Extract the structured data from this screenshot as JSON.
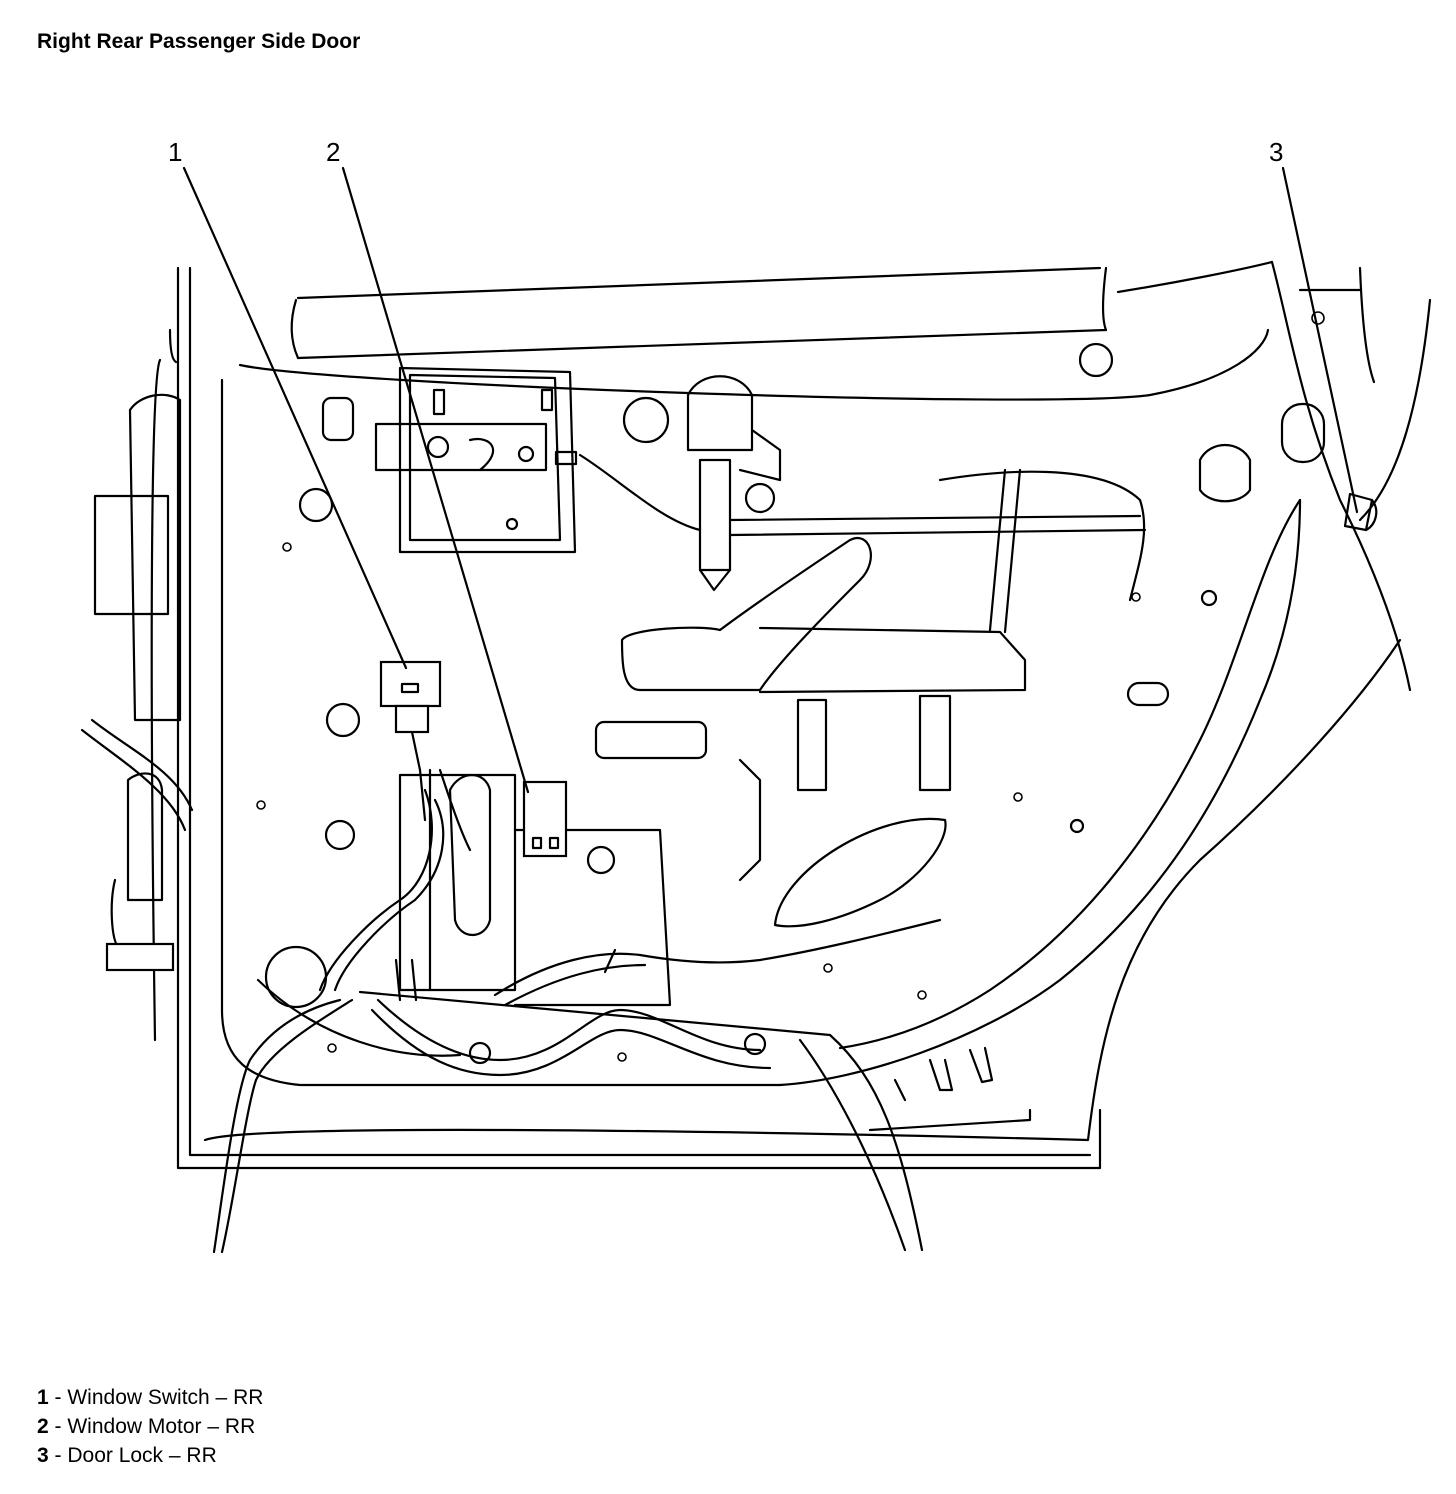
{
  "title": "Right Rear Passenger Side Door",
  "callouts": [
    {
      "id": "1",
      "label": "1"
    },
    {
      "id": "2",
      "label": "2"
    },
    {
      "id": "3",
      "label": "3"
    }
  ],
  "legend": [
    {
      "num": "1",
      "text": " - Window Switch – RR"
    },
    {
      "num": "2",
      "text": " - Window Motor – RR"
    },
    {
      "num": "3",
      "text": " - Door Lock – RR"
    }
  ]
}
